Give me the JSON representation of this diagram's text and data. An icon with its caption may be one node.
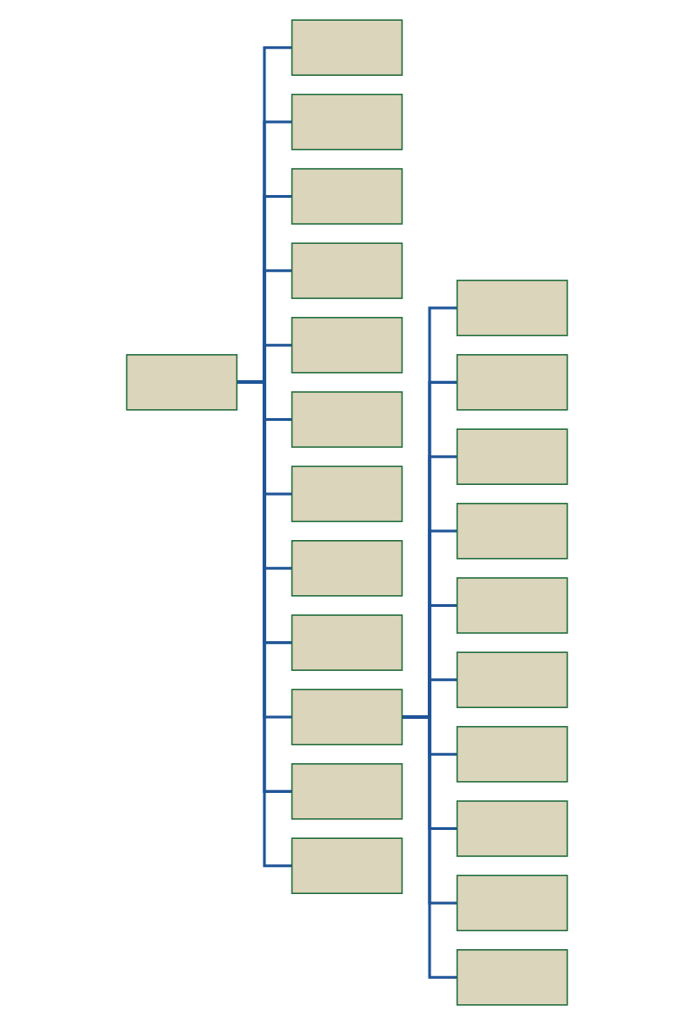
{
  "diagram": {
    "nodes": [
      {
        "text": [],
        "shape": "box"
      },
      {
        "text": [],
        "shape": "box"
      },
      {
        "text": [],
        "shape": "box"
      },
      {
        "text": [],
        "shape": "box"
      },
      {
        "text": [],
        "shape": "box"
      },
      {
        "text": [],
        "shape": "box"
      },
      {
        "text": [],
        "shape": "box"
      },
      {
        "text": [],
        "shape": "box"
      },
      {
        "text": [],
        "shape": "box"
      },
      {
        "text": [],
        "shape": "box"
      },
      {
        "text": [],
        "shape": "box"
      },
      {
        "text": [],
        "shape": "box"
      },
      {
        "text": [],
        "shape": "box"
      },
      {
        "text": [],
        "shape": "box"
      },
      {
        "text": [],
        "shape": "box"
      },
      {
        "text": [],
        "shape": "box"
      },
      {
        "text": [],
        "shape": "box"
      },
      {
        "text": [],
        "shape": "box"
      },
      {
        "text": [],
        "shape": "box"
      },
      {
        "text": [],
        "shape": "box"
      },
      {
        "text": [],
        "shape": "box"
      },
      {
        "text": [],
        "shape": "box"
      },
      {
        "text": [],
        "shape": "box"
      }
    ],
    "edges": [
      {
        "from": 0,
        "to": 1,
        "arrow": "none"
      },
      {
        "from": 0,
        "to": 2,
        "arrow": "none"
      },
      {
        "from": 0,
        "to": 3,
        "arrow": "none"
      },
      {
        "from": 0,
        "to": 4,
        "arrow": "none"
      },
      {
        "from": 0,
        "to": 5,
        "arrow": "none"
      },
      {
        "from": 0,
        "to": 6,
        "arrow": "none"
      },
      {
        "from": 0,
        "to": 7,
        "arrow": "none"
      },
      {
        "from": 0,
        "to": 8,
        "arrow": "none"
      },
      {
        "from": 0,
        "to": 9,
        "arrow": "none"
      },
      {
        "from": 0,
        "to": 10,
        "arrow": "none"
      },
      {
        "from": 10,
        "to": 11,
        "arrow": "none"
      },
      {
        "from": 10,
        "to": 12,
        "arrow": "none"
      },
      {
        "from": 10,
        "to": 13,
        "arrow": "none"
      },
      {
        "from": 10,
        "to": 14,
        "arrow": "none"
      },
      {
        "from": 10,
        "to": 15,
        "arrow": "none"
      },
      {
        "from": 10,
        "to": 16,
        "arrow": "none"
      },
      {
        "from": 10,
        "to": 17,
        "arrow": "none"
      },
      {
        "from": 10,
        "to": 18,
        "arrow": "none"
      },
      {
        "from": 10,
        "to": 19,
        "arrow": "none"
      },
      {
        "from": 10,
        "to": 20,
        "arrow": "none"
      },
      {
        "from": 0,
        "to": 21,
        "arrow": "none"
      },
      {
        "from": 0,
        "to": 22,
        "arrow": "none"
      }
    ]
  }
}
